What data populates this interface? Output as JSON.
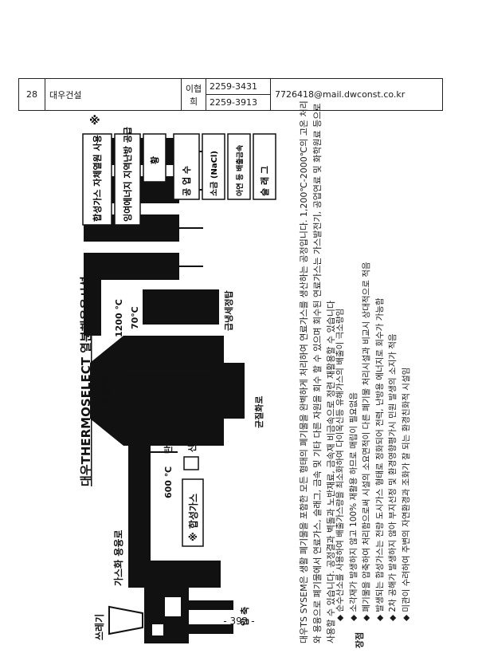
{
  "header": {
    "no": "28",
    "company": "대우건설",
    "person": "이협희",
    "phones": [
      "2259-3431",
      "2259-3913"
    ],
    "email": "7726418@mail.dwconst.co.kr"
  },
  "diagram": {
    "title": "대우THERMOSELECT 열분해용융시설",
    "star": "※",
    "labels": {
      "waste": "쓰레기",
      "compression": "압 축",
      "gasify_melting": "가스화 용융로",
      "temp_600": "600 ℃",
      "carbonization": "탄화로",
      "oxygen": "산 소",
      "syngas": "합성가스",
      "syngas_box": "※ 합성가스",
      "temp_1200": "1200 ℃",
      "temp_70": "70℃",
      "quench": "급냉세정탑",
      "homogenizer": "균질화로"
    },
    "outputs": [
      "합성가스 자체열원 사용",
      "잉여에너지 지역난방 공급",
      "황",
      "공 업 수",
      "소금 (NaCl)",
      "아연 등 배출금속",
      "슬 래 그"
    ]
  },
  "description": "대우TS SYSEM은 생활 폐기물을 포함한 모든 형태의 폐기물을 완벽하게 처리하여 연료가스를 생산하는 공정입니다. 1,200℃-2000℃의 고온 처리와 용융으로 폐기물에서 연료가스, 슬래그, 금속 및 기타 다른 자원을 회수 할 수 있으며 회수된 연료가스는 가스발전기, 공업연료 및 화학원료 등으로 사용할 수 있습니다. 공정결과 벽돌과 노반재료, 금속재 비금속으로 정련 재활용할 수 있습니다",
  "advantages": {
    "label": "장점",
    "items": [
      "순수산소를 사용하여 배출가스량을 최소화하여 다이옥신등 유해가스의 배출이 극소량임",
      "소각재가 발생하지 않고 100% 재활용 하므로 매립이 필요없음",
      "폐기물을 압축하여 처리함으로써 시설의 소요면적이 다른 폐기물 처리시설과 비교시 상대적으로 적음",
      "발생되는 합성가스는 전량 도시가스 형태로 정화되어 전력, 난방용 에너지로 회수가 가능함",
      "2차 공해가 발생하지 않아 부지선정 및 환경영향평가시 민원 발생의 소지가 적음",
      "미관이 수려하여 주변의 자연환경과 조화가 잘 되는 환경친화적 시설임"
    ]
  },
  "page_number": "- 392 -"
}
